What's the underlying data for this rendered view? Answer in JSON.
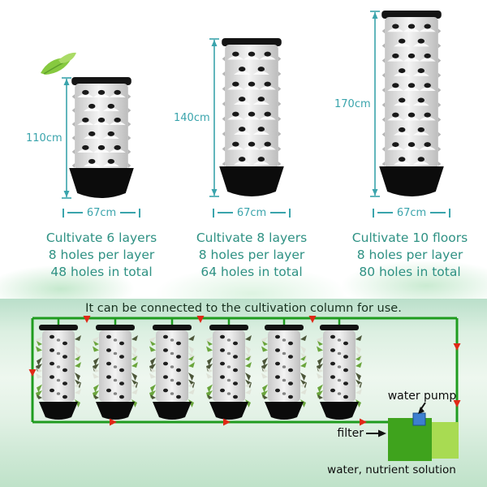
{
  "towers": [
    {
      "height_label": "110cm",
      "width_label": "67cm",
      "layers": 6,
      "line1": "Cultivate 6 layers",
      "line2": "8 holes per layer",
      "line3": "48 holes in total"
    },
    {
      "height_label": "140cm",
      "width_label": "67cm",
      "layers": 8,
      "line1": "Cultivate 8 layers",
      "line2": "8 holes per layer",
      "line3": "64 holes in total"
    },
    {
      "height_label": "170cm",
      "width_label": "67cm",
      "layers": 10,
      "line1": "Cultivate 10 floors",
      "line2": "8 holes per layer",
      "line3": "80 holes in total"
    }
  ],
  "diagram": {
    "title": "It can be connected to the cultivation column for use.",
    "tower_count": 6,
    "labels": {
      "water_pump": "water pump",
      "filter": "filter",
      "solution": "water, nutrient solution"
    }
  },
  "colors": {
    "measure": "#3aa4ac",
    "description_text": "#2e9183",
    "pipe": "#1f9c1f",
    "arrow": "#e02817",
    "tank_dark": "#3fa31d",
    "tank_light": "#a8db52",
    "pump": "#3d7fd0",
    "title_text": "#17301e"
  }
}
